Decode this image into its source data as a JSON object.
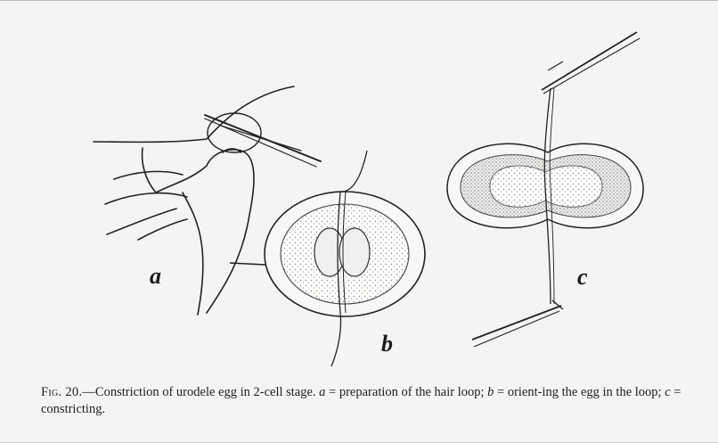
{
  "figure": {
    "label": "Fig. 20.",
    "caption_main": "—Constriction of urodele egg in 2-cell stage.",
    "caption_a_letter": "a",
    "caption_a_text": "= preparation of the hair loop;",
    "caption_b_letter": "b",
    "caption_b_text": "= orient-ing the egg in the loop;",
    "caption_c_letter": "c",
    "caption_c_text": "= constricting."
  },
  "panels": [
    {
      "letter": "a"
    },
    {
      "letter": "b"
    },
    {
      "letter": "c"
    }
  ]
}
